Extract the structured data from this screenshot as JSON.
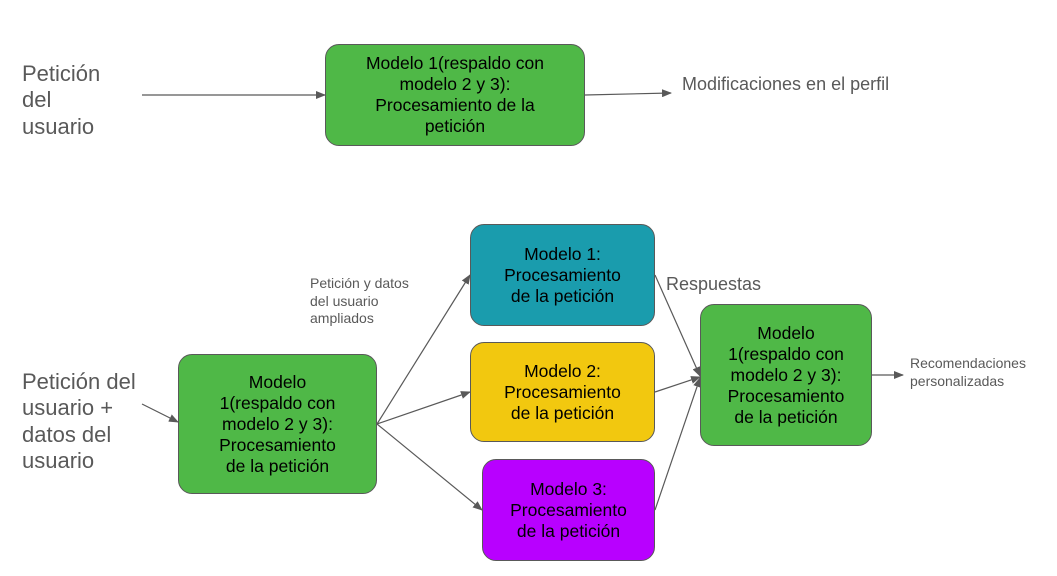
{
  "top": {
    "input_label": "Petición\ndel\nusuario",
    "model_box": "Modelo 1(respaldo con\nmodelo 2 y 3):\nProcesamiento de la\npetición",
    "output_label": "Modificaciones en el perfil"
  },
  "bottom": {
    "input_label": "Petición del\nusuario +\ndatos del\nusuario",
    "main_model_box": "Modelo\n1(respaldo con\nmodelo 2 y 3):\nProcesamiento\nde la petición",
    "extended_data_label": "Petición y datos\ndel usuario\nampliados",
    "model1_box": "Modelo 1:\nProcesamiento\nde la petición",
    "model2_box": "Modelo 2:\nProcesamiento\nde la petición",
    "model3_box": "Modelo 3:\nProcesamiento\nde la petición",
    "responses_label": "Respuestas",
    "aggregator_box": "Modelo\n1(respaldo con\nmodelo 2 y 3):\nProcesamiento\nde la petición",
    "output_label": "Recomendaciones\npersonalizadas"
  },
  "colors": {
    "green": "#4fb847",
    "teal": "#1a9cad",
    "yellow": "#f2c80f",
    "purple": "#b800ff",
    "arrow": "#595959"
  }
}
